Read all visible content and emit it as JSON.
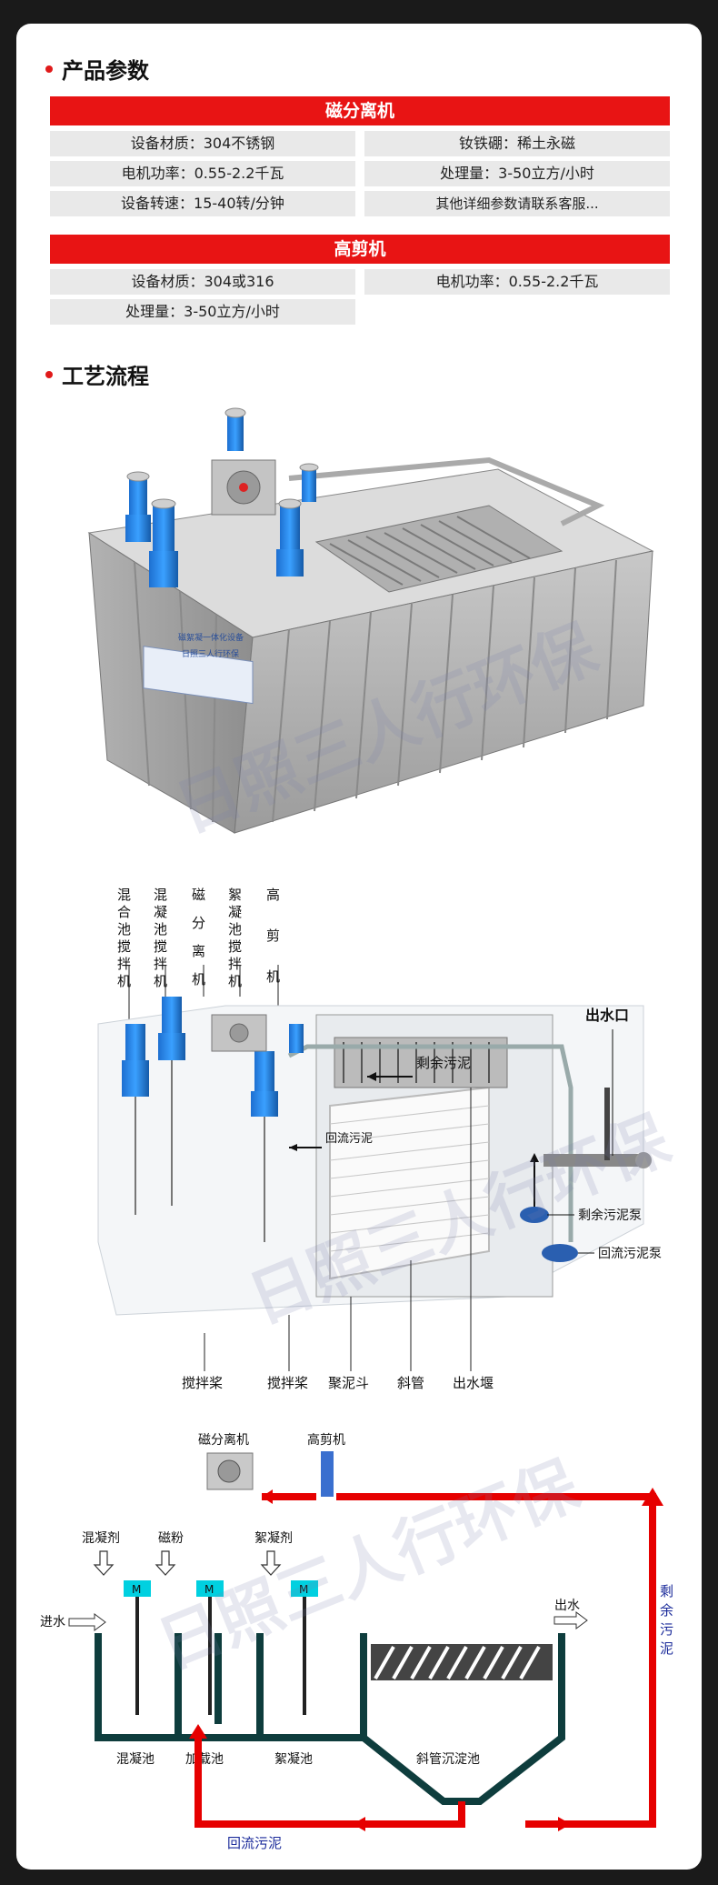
{
  "sections": {
    "params_title": "产品参数",
    "process_title": "工艺流程"
  },
  "magnetic": {
    "title": "磁分离机",
    "rows": [
      [
        "设备材质：304不锈钢",
        "钕铁硼：稀土永磁"
      ],
      [
        "电机功率：0.55-2.2千瓦",
        "处理量：3-50立方/小时"
      ],
      [
        "设备转速：15-40转/分钟",
        "其他详细参数请联系客服..."
      ]
    ]
  },
  "shear": {
    "title": "高剪机",
    "rows": [
      [
        "设备材质：304或316",
        "电机功率：0.55-2.2千瓦"
      ],
      [
        "处理量：3-50立方/小时",
        ""
      ]
    ]
  },
  "render": {
    "logo_line1": "磁絮凝一体化设备",
    "logo_line2": "日照三人行环保",
    "watermark": "日照三人行环保"
  },
  "diagram2": {
    "labels": [
      "混合池搅拌机",
      "混凝池搅拌机",
      "磁分离机",
      "絮凝池搅拌机",
      "高剪机"
    ],
    "outlet": "出水口",
    "excess_sludge": "剩余污泥",
    "return_sludge": "回流污泥",
    "excess_pump": "剩余污泥泵",
    "return_pump": "回流污泥泵",
    "bottom_labels": [
      "搅拌桨",
      "搅拌桨",
      "聚泥斗",
      "斜管",
      "出水堰"
    ]
  },
  "diagram3": {
    "mag_sep": "磁分离机",
    "shear": "高剪机",
    "coagulant": "混凝剂",
    "mag_powder": "磁粉",
    "flocculant": "絮凝剂",
    "inlet": "进水",
    "outlet": "出水",
    "tanks": [
      "混凝池",
      "加载池",
      "絮凝池",
      "斜管沉淀池"
    ],
    "return": "回流污泥",
    "excess_vertical": "剩余污泥",
    "motor": "M"
  }
}
